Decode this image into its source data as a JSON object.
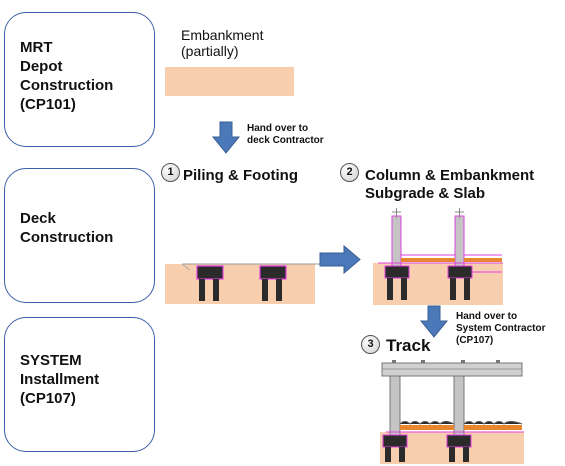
{
  "stages": [
    {
      "label": "MRT\nDepot\nConstruction\n(CP101)"
    },
    {
      "label": "Deck\nConstruction"
    },
    {
      "label": "SYSTEM\nInstallment\n(CP107)"
    }
  ],
  "embankment": {
    "line1": "Embankment",
    "line2": "(partially)"
  },
  "handover1": {
    "line1": "Hand over to",
    "line2": "deck Contractor"
  },
  "handover2": {
    "line1": "Hand over to",
    "line2": "System Contractor",
    "line3": "(CP107)"
  },
  "steps": [
    {
      "number": "1",
      "title": "Piling & Footing"
    },
    {
      "number": "2",
      "title_line1": "Column & Embankment",
      "title_line2": "Subgrade & Slab"
    },
    {
      "number": "3",
      "title": "Track"
    }
  ],
  "colors": {
    "box_border": "#3e5fa8",
    "arrow": "#4a78b8",
    "soil": "#f8cfae",
    "footing": "#2b2b2b",
    "outline": "#e23fe0",
    "slab": "#e8852f",
    "column": "#c4c4c4"
  }
}
